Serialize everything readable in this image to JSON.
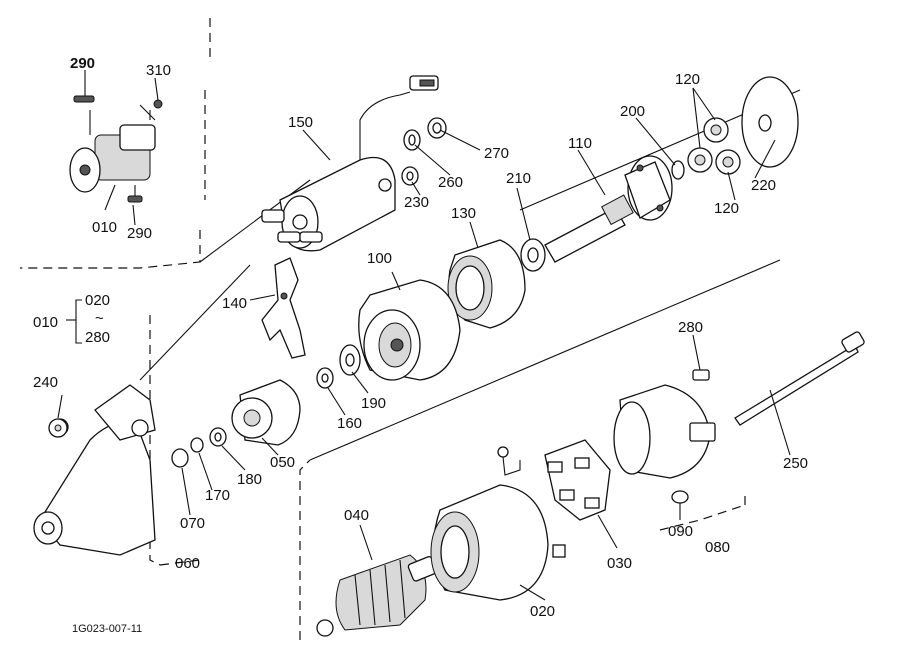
{
  "diagram": {
    "footer_code": "1G023-007-11",
    "labels": [
      {
        "id": "290a",
        "text": "290",
        "bold": true
      },
      {
        "id": "310",
        "text": "310"
      },
      {
        "id": "010a",
        "text": "010"
      },
      {
        "id": "290b",
        "text": "290"
      },
      {
        "id": "150",
        "text": "150"
      },
      {
        "id": "270",
        "text": "270"
      },
      {
        "id": "260",
        "text": "260"
      },
      {
        "id": "230",
        "text": "230"
      },
      {
        "id": "110",
        "text": "110"
      },
      {
        "id": "200",
        "text": "200"
      },
      {
        "id": "120a",
        "text": "120"
      },
      {
        "id": "120b",
        "text": "120"
      },
      {
        "id": "220",
        "text": "220"
      },
      {
        "id": "210",
        "text": "210"
      },
      {
        "id": "130",
        "text": "130"
      },
      {
        "id": "100",
        "text": "100"
      },
      {
        "id": "140",
        "text": "140"
      },
      {
        "id": "020a",
        "text": "020"
      },
      {
        "id": "tilde",
        "text": "~"
      },
      {
        "id": "280a",
        "text": "280"
      },
      {
        "id": "010b",
        "text": "010"
      },
      {
        "id": "240",
        "text": "240"
      },
      {
        "id": "190",
        "text": "190"
      },
      {
        "id": "160",
        "text": "160"
      },
      {
        "id": "280b",
        "text": "280"
      },
      {
        "id": "250",
        "text": "250"
      },
      {
        "id": "050",
        "text": "050"
      },
      {
        "id": "180",
        "text": "180"
      },
      {
        "id": "170",
        "text": "170"
      },
      {
        "id": "070",
        "text": "070"
      },
      {
        "id": "060",
        "text": "060"
      },
      {
        "id": "040",
        "text": "040"
      },
      {
        "id": "030",
        "text": "030"
      },
      {
        "id": "090",
        "text": "090"
      },
      {
        "id": "080",
        "text": "080"
      },
      {
        "id": "020b",
        "text": "020"
      }
    ]
  }
}
